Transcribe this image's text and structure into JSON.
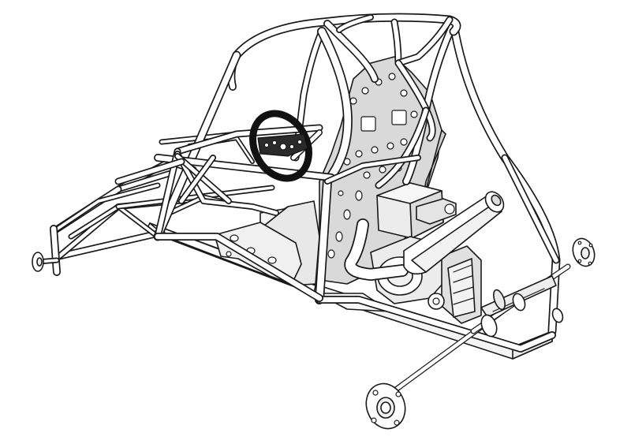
{
  "colors": {
    "background": "#ffffff",
    "line": "#1a1a1a",
    "tube_fill": "#ffffff",
    "seat_fill": "#d9d9d9",
    "steering_wheel": "#111111",
    "component_fill": "#e6e6e6"
  },
  "components": [
    "roll-cage",
    "steering-wheel",
    "seat",
    "engine",
    "muffler",
    "chassis-floor-frame",
    "front-suspension-a-arms",
    "rear-axle",
    "wheel-hubs",
    "brake-disc",
    "sprocket"
  ]
}
